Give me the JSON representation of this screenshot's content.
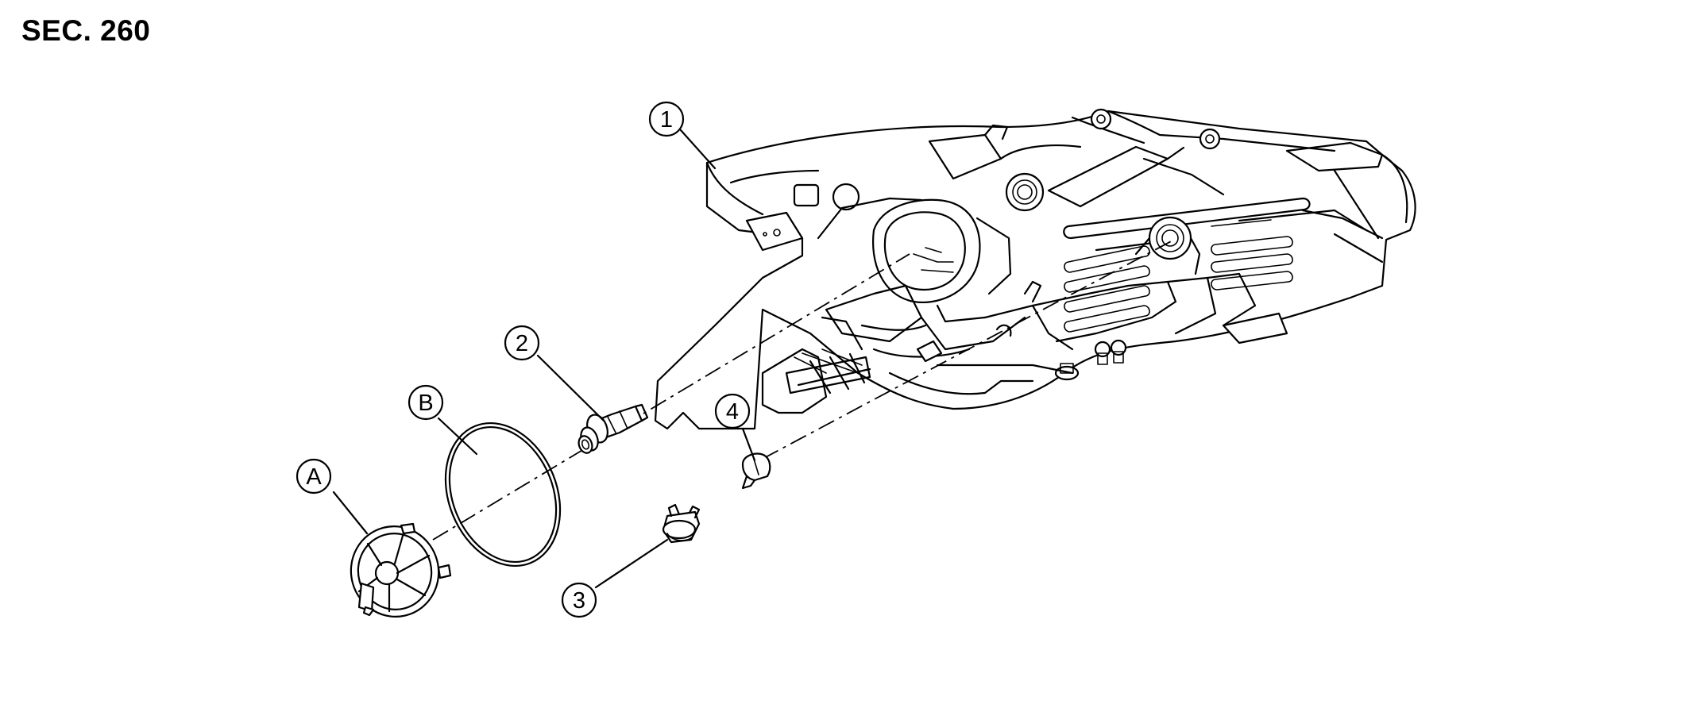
{
  "section_label": "SEC. 260",
  "callouts": {
    "c1": "1",
    "c2": "2",
    "c3": "3",
    "c4": "4",
    "cA": "A",
    "cB": "B"
  }
}
